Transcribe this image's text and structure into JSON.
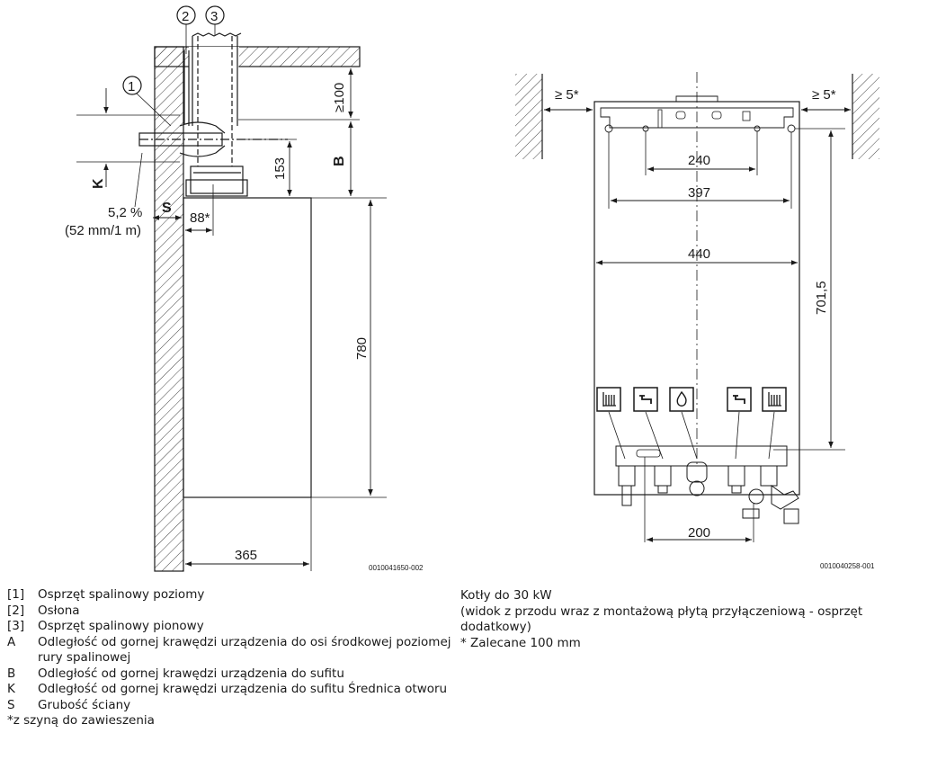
{
  "left_drawing": {
    "callouts": [
      "1",
      "2",
      "3"
    ],
    "dim_min100": "≥100",
    "label_B": "B",
    "dim_153": "153",
    "label_K": "K",
    "label_S": "S",
    "slope_percent": "5,2 %",
    "slope_ratio": "(52 mm/1 m)",
    "dim_88": "88*",
    "dim_780": "780",
    "dim_365": "365",
    "figure_code": "0010041650-002"
  },
  "right_drawing": {
    "dim_left_gap": "≥ 5*",
    "dim_right_gap": "≥ 5*",
    "dim_240": "240",
    "dim_397": "397",
    "dim_440": "440",
    "dim_7015": "701,5",
    "dim_200": "200",
    "figure_code": "0010040258-001",
    "connection_icons": [
      "radiator-icon",
      "tap-icon",
      "gas-flame-icon",
      "tap-icon",
      "radiator-icon"
    ]
  },
  "legend": [
    {
      "key": "[1]",
      "text": "Osprzęt spalinowy poziomy"
    },
    {
      "key": "[2]",
      "text": "Osłona"
    },
    {
      "key": "[3]",
      "text": "Osprzęt spalinowy pionowy"
    },
    {
      "key": "A",
      "text": "Odległość od gornej krawędzi urządzenia do osi środkowej poziomej rury spalinowej"
    },
    {
      "key": "B",
      "text": "Odległość od gornej krawędzi urządzenia do sufitu"
    },
    {
      "key": "K",
      "text": "Odległość od gornej krawędzi urządzenia do sufitu Średnica otworu"
    },
    {
      "key": "S",
      "text": "Grubość ściany"
    }
  ],
  "legend_footnote": "*z szyną do zawieszenia",
  "note": {
    "line1": "Kotły do 30 kW",
    "line2": "(widok z przodu wraz z montażową płytą przyłączeniową - osprzęt dodatkowy)",
    "line3": "* Zalecane 100 mm"
  }
}
